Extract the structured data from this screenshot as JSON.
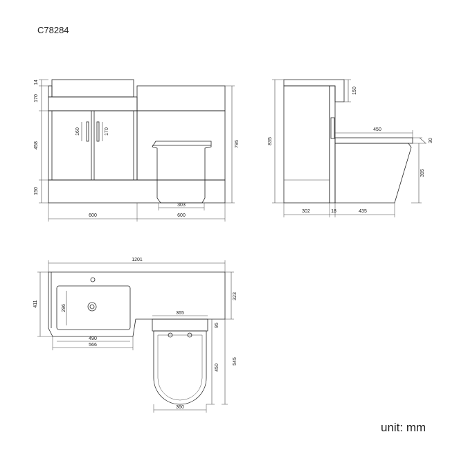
{
  "product_code": "C78284",
  "unit_label": "unit: mm",
  "front_view": {
    "heights": [
      "14",
      "170",
      "458",
      "150"
    ],
    "total_height": "795",
    "door_handle_160": "160",
    "door_handle_170": "170",
    "pan_width": "303",
    "widths": [
      "600",
      "600"
    ]
  },
  "side_view": {
    "splash_height": "150",
    "pan_top_width": "450",
    "pan_top_thickness": "30",
    "total_height": "835",
    "pan_height": "395",
    "depths": [
      "302",
      "18",
      "435"
    ]
  },
  "top_view": {
    "overall_width": "1201",
    "basin_depth": "411",
    "basin_inner_depth": "296",
    "basin_inner_width": "490",
    "basin_outer_width": "566",
    "cabinet_depth": "323",
    "cistern_width": "365",
    "cistern_depth": "95",
    "pan_length": "450",
    "total_depth": "545",
    "pan_width": "360"
  }
}
